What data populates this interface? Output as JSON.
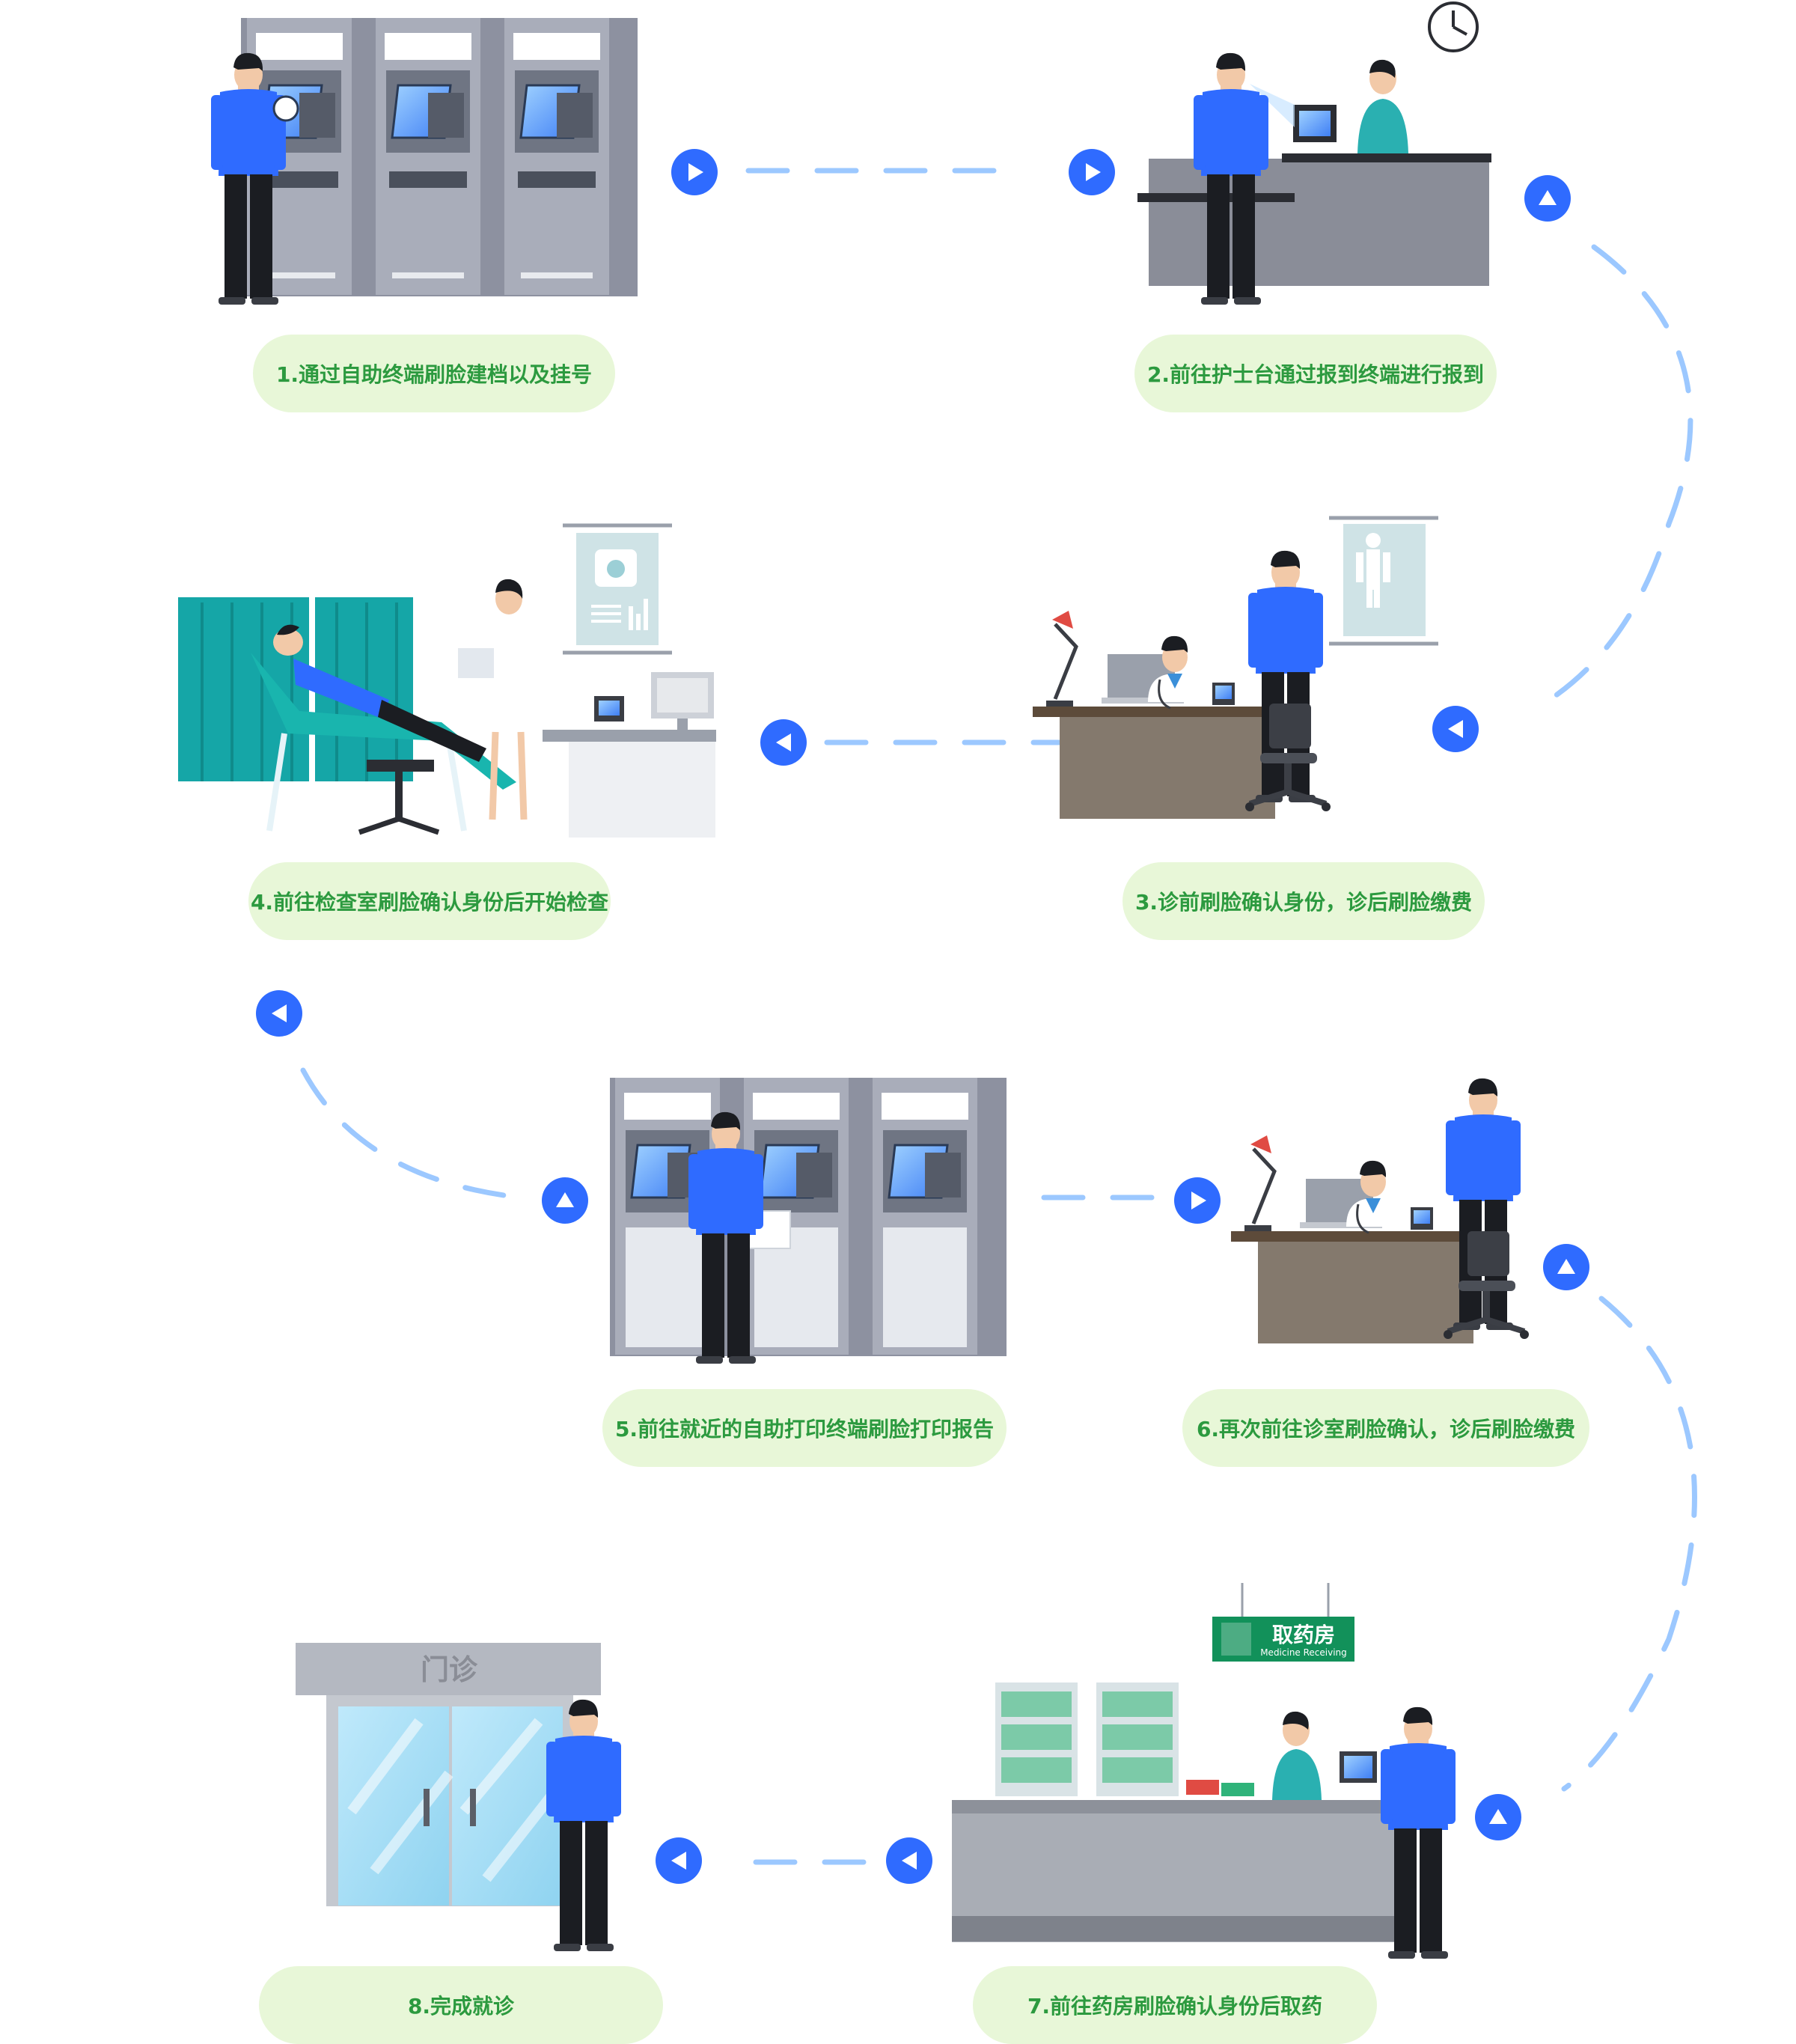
{
  "steps": [
    {
      "id": 1,
      "label": "1.通过自助终端刷脸建档以及挂号"
    },
    {
      "id": 2,
      "label": "2.前往护士台通过报到终端进行报到"
    },
    {
      "id": 3,
      "label": "3.诊前刷脸确认身份，诊后刷脸缴费"
    },
    {
      "id": 4,
      "label": "4.前往检查室刷脸确认身份后开始检查"
    },
    {
      "id": 5,
      "label": "5.前往就近的自助打印终端刷脸打印报告"
    },
    {
      "id": 6,
      "label": "6.再次前往诊室刷脸确认，诊后刷脸缴费"
    },
    {
      "id": 7,
      "label": "7.前往药房刷脸确认身份后取药"
    },
    {
      "id": 8,
      "label": "8.完成就诊"
    }
  ],
  "signs": {
    "pharmacy_cn": "取药房",
    "pharmacy_en": "Medicine Receiving",
    "outpatient": "门诊"
  },
  "colors": {
    "pill_bg": "#e8f7d8",
    "pill_text": "#2c9a3f",
    "arrow": "#2f6bff",
    "dash": "#9cc8ff",
    "person": "#2f6bff",
    "sign": "#12915a"
  },
  "icons": [
    "play-arrow-icon",
    "clock-icon",
    "face-scan-icon"
  ]
}
